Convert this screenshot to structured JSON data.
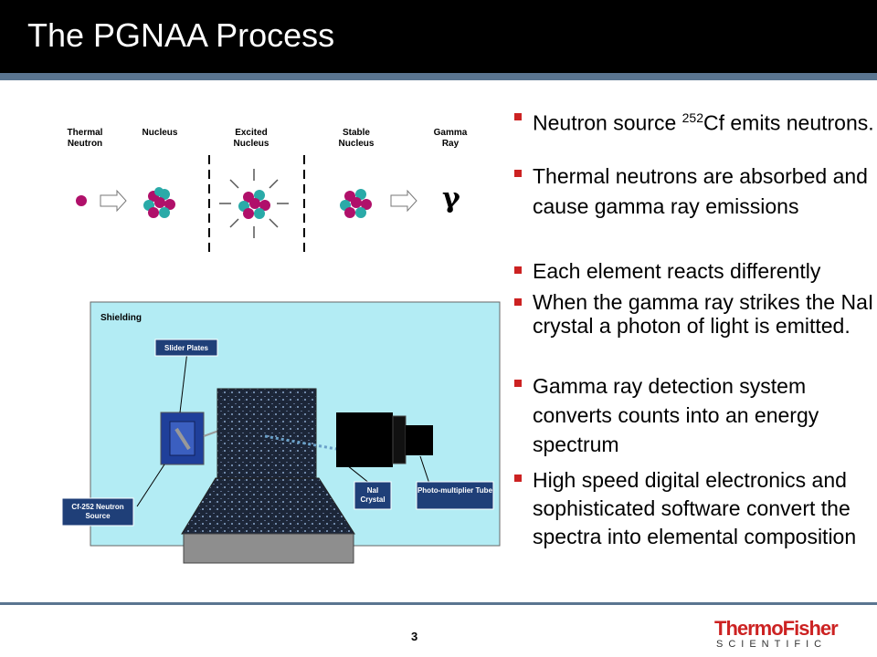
{
  "slide": {
    "title": "The PGNAA Process",
    "page_number": "3"
  },
  "logo": {
    "line1": "ThermoFisher",
    "line2": "SCIENTIFIC"
  },
  "stages": [
    {
      "label": "Thermal Neutron"
    },
    {
      "label": "Nucleus"
    },
    {
      "label": "Excited Nucleus"
    },
    {
      "label": "Stable Nucleus"
    },
    {
      "label": "Gamma Ray"
    }
  ],
  "gamma_symbol": "γ",
  "diagram": {
    "shielding": "Shielding",
    "slider_plates": "Slider Plates",
    "source": "Cf-252 Neutron Source",
    "nai_crystal": "NaI Crystal",
    "pmt": "Photo-multiplier Tube"
  },
  "bullets": {
    "b1_pre": "Neutron source ",
    "b1_sup": "252",
    "b1_post": "Cf emits neutrons.",
    "b2": "Thermal neutrons are absorbed and cause gamma ray emissions",
    "b3": "Each element reacts differently",
    "b4": "When the gamma ray strikes the NaI crystal a photon of light is emitted.",
    "b5": "Gamma ray detection system converts counts into an energy spectrum",
    "b6": "High speed digital electronics and sophisticated software convert the spectra into elemental composition"
  },
  "colors": {
    "accent": "#cc2222",
    "rule": "#5a7590",
    "title_bg": "#000000",
    "shield_bg": "#b3ecf4",
    "label_bg": "#1f3f78"
  }
}
